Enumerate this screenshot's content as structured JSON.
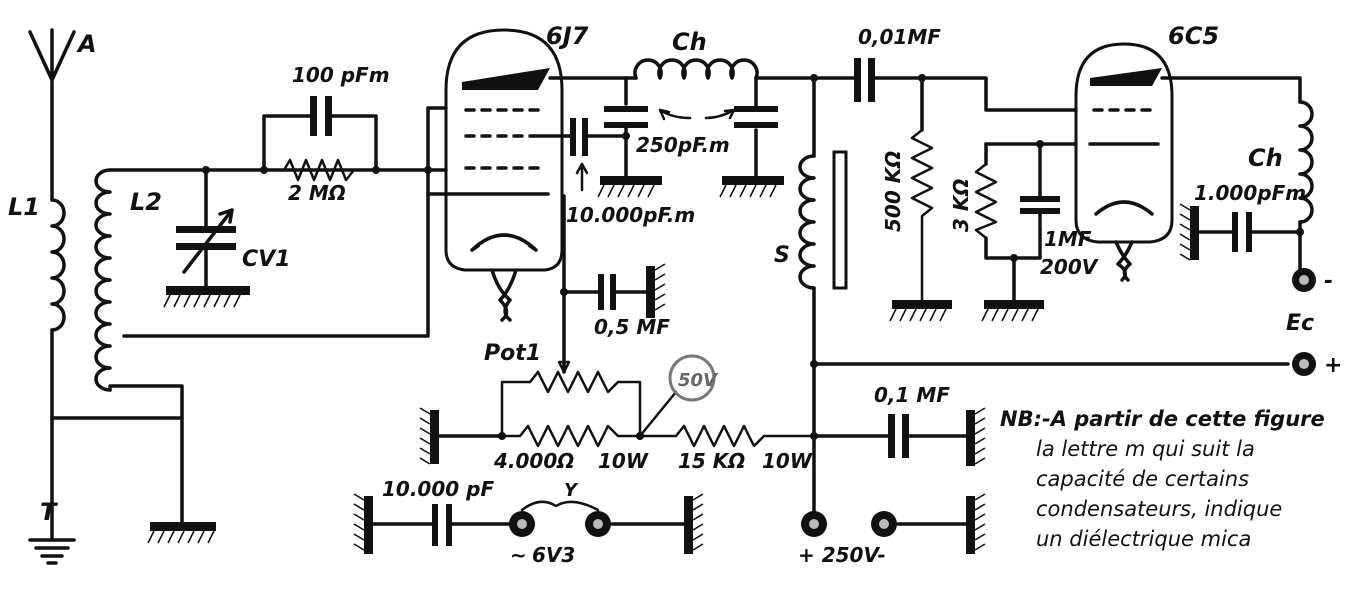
{
  "labels": {
    "antenna": "A",
    "ground": "T",
    "l1": "L1",
    "l2": "L2",
    "cv1": "CV1",
    "c_grid": "100 pFm",
    "r_grid": "2 MΩ",
    "tube1": "6J7",
    "choke1": "Ch",
    "c_250": "250pF.m",
    "c_10000m": "10.000pF.m",
    "c_05": "0,5 MF",
    "pot1": "Pot1",
    "r_4000": "4.000Ω",
    "r_4000_w": "10W",
    "badge_50v": "50V",
    "r_15k": "15 KΩ",
    "r_15k_w": "10W",
    "s": "S",
    "c_001": "0,01MF",
    "r_500k": "500 KΩ",
    "r_3k": "3 KΩ",
    "c_1mf": "1MF",
    "c_1mf_v": "200V",
    "tube2": "6C5",
    "choke2": "Ch",
    "c_1000": "1.000pFm",
    "ec": "Ec",
    "minus": "-",
    "plus": "+",
    "c_01": "0,1 MF",
    "c_10000": "10.000 pF",
    "y": "Y",
    "v63": "6V3",
    "v250": "+ 250V-"
  },
  "note": {
    "lines": [
      "NB:-A partir de cette figure",
      "la lettre m qui suit la",
      "capacité de certains",
      "condensateurs, indique",
      "un diélectrique mica"
    ]
  }
}
